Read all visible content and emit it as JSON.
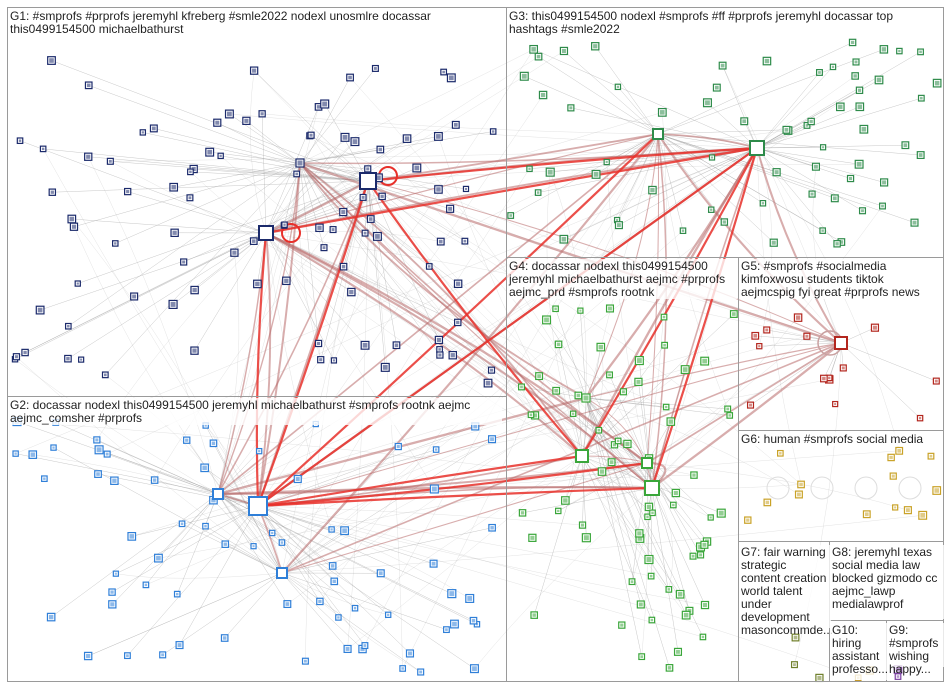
{
  "groups": [
    {
      "id": "G1",
      "label": "G1: #smprofs #prprofs jeremyhl kfreberg #smle2022 nodexl unosmlre docassar this0499154500 michaelbathurst",
      "color": "#1b2a6b"
    },
    {
      "id": "G2",
      "label": "G2: docassar nodexl this0499154500 jeremyhl michaelbathurst #smprofs rootnk aejmc aejmc_comsher #prprofs",
      "color": "#2f7fd8"
    },
    {
      "id": "G3",
      "label": "G3: this0499154500 nodexl #smprofs #ff #prprofs jeremyhl docassar top hashtags #smle2022",
      "color": "#2e8b4a"
    },
    {
      "id": "G4",
      "label": "G4: docassar nodexl this0499154500 jeremyhl michaelbathurst aejmc #prprofs aejmc_prd #smprofs rootnk",
      "color": "#3aa63a"
    },
    {
      "id": "G5",
      "label": "G5: #smprofs #socialmedia kimfoxwosu students tiktok aejmcspig fyi great #prprofs news",
      "color": "#b3261e"
    },
    {
      "id": "G6",
      "label": "G6: human #smprofs social media",
      "color": "#c9a227"
    },
    {
      "id": "G7",
      "label": "G7: fair warning strategic content creation world talent under development masoncommde...",
      "color": "#6f7f2a"
    },
    {
      "id": "G8",
      "label": "G8: jeremyhl texas social media law blocked gizmodo cc aejmc_lawp medialawprof",
      "color": "#c9b33a"
    },
    {
      "id": "G9",
      "label": "G9: #smprofs wishing happy...",
      "color": "#7a3fa0"
    },
    {
      "id": "G10",
      "label": "G10: hiring assistant professo...",
      "color": "#c79a2a"
    }
  ],
  "edge_colors": {
    "strong": "#e8302a",
    "medium": "#b86a6a",
    "light": "#9a9a9a"
  }
}
